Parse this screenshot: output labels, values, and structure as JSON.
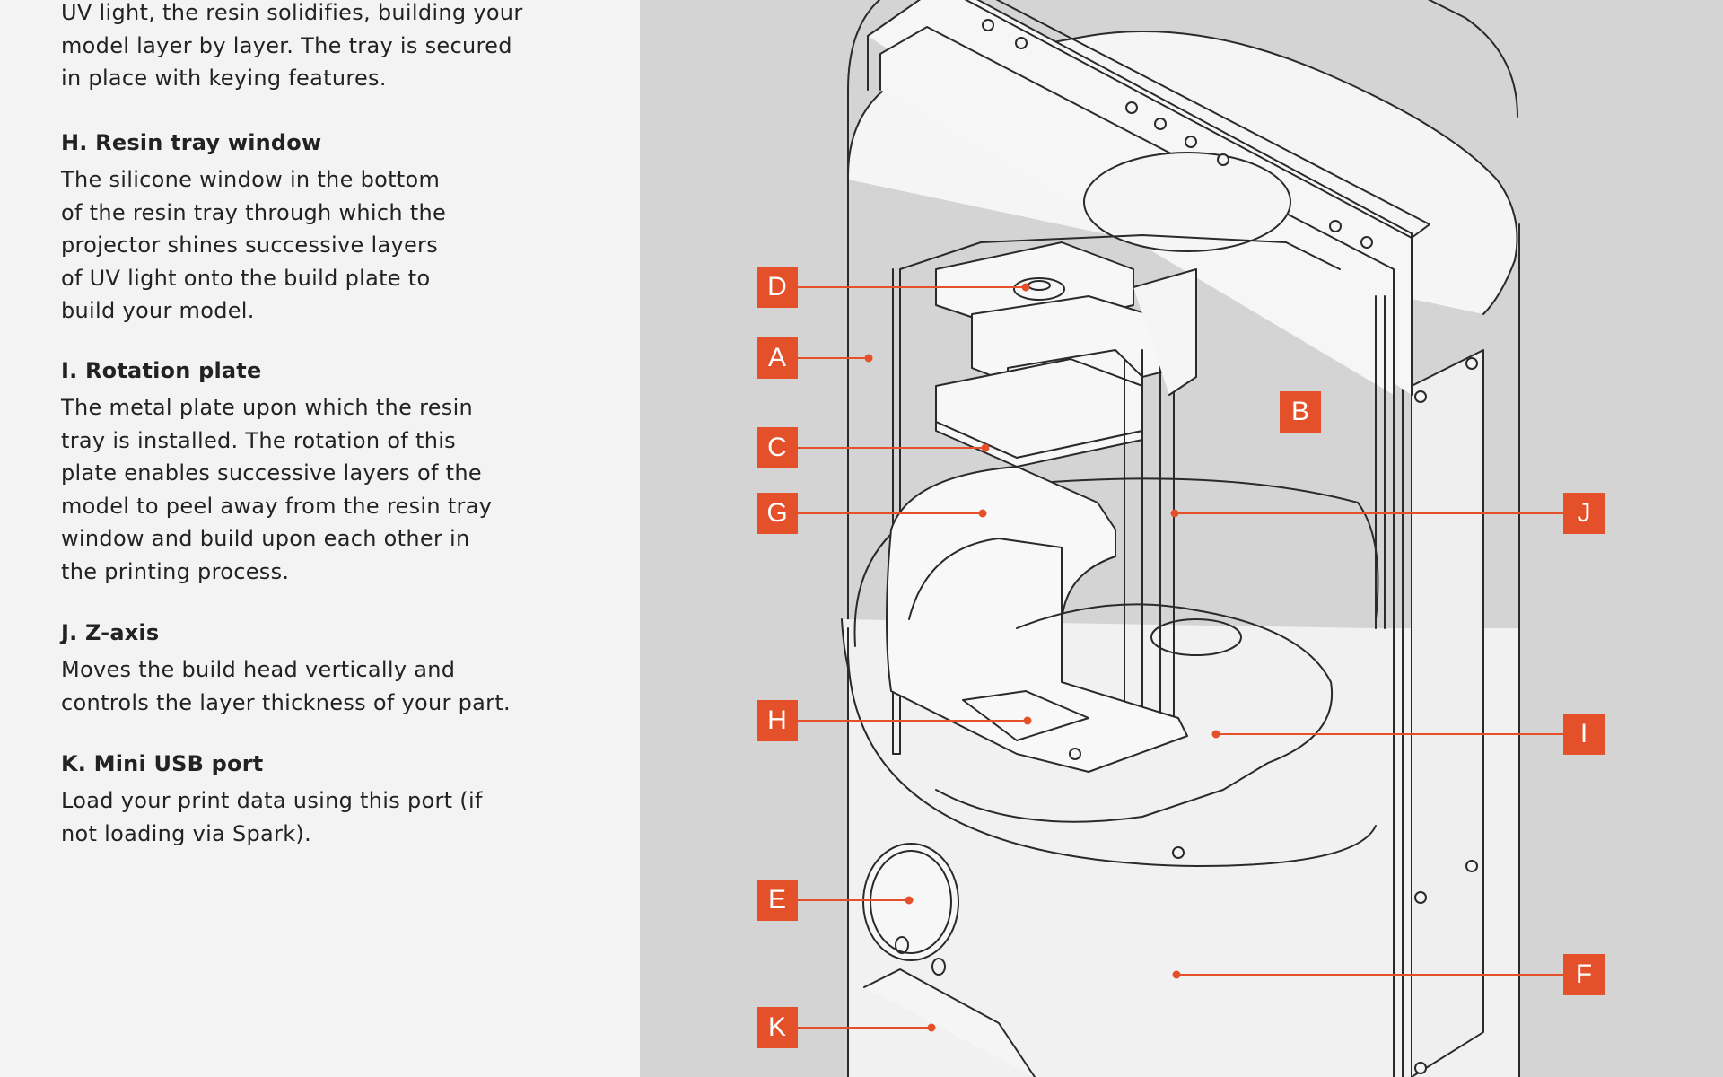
{
  "sections": [
    {
      "title": "",
      "text": "UV light, the resin solidifies, building your model layer by layer. The tray is secured in place with keying features."
    },
    {
      "title": "H. Resin tray window",
      "text": "The silicone window in the bottom of the resin tray through which the projector shines successive layers of UV light onto the build plate to build your model."
    },
    {
      "title": "I. Rotation plate",
      "text": "The metal plate upon which the resin tray is installed. The rotation of this plate enables successive layers of the model to peel away from the resin tray window and build upon each other in the printing process."
    },
    {
      "title": "J. Z-axis",
      "text": "Moves the build head vertically and controls the layer thickness of your part."
    },
    {
      "title": "K. Mini USB port",
      "text": "Load your print data using this port (if not loading via Spark)."
    }
  ],
  "markers": {
    "D": "D",
    "A": "A",
    "C": "C",
    "G": "G",
    "H": "H",
    "E": "E",
    "K": "K",
    "B": "B",
    "J": "J",
    "I": "I",
    "F": "F"
  },
  "colors": {
    "accent": "#e4502a",
    "panel_left": "#f3f3f3",
    "panel_right": "#d4d4d4",
    "linework": "#2a2a2a"
  }
}
